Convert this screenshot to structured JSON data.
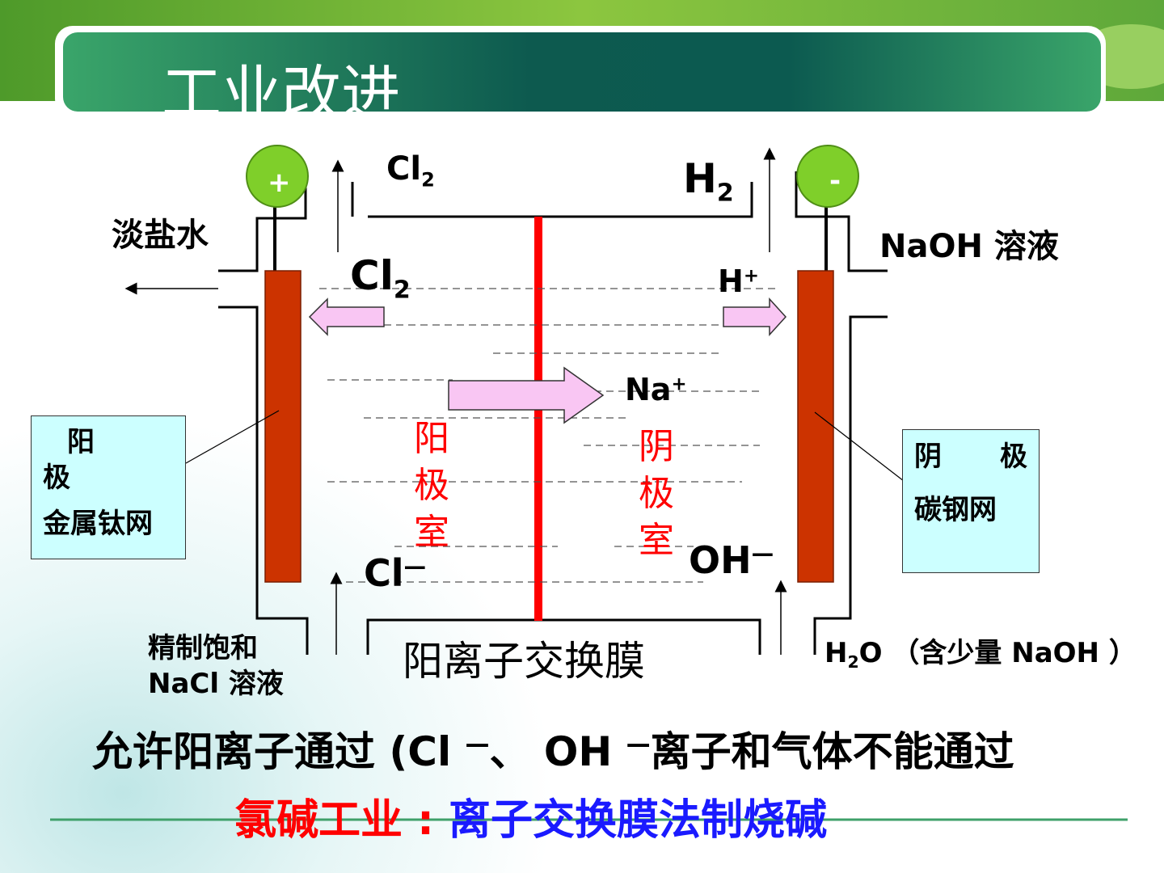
{
  "header": {
    "title": "工业改进"
  },
  "labels": {
    "cl2_top": "Cl",
    "cl2_top_sub": "2",
    "h2_top": "H",
    "h2_top_sub": "2",
    "anode_sign": "+",
    "cathode_sign": "-",
    "dilute_brine": "淡盐水",
    "naoh_solution": "NaOH 溶液",
    "cl2_mid": "Cl",
    "cl2_mid_sub": "2",
    "h_plus": "H",
    "h_plus_sup": "+",
    "na_plus": "Na",
    "na_plus_sup": "+",
    "anode_chamber": [
      "阳",
      "极",
      "室"
    ],
    "cathode_chamber": [
      "阴",
      "极",
      "室"
    ],
    "cl_minus": "Cl",
    "cl_minus_sup": "—",
    "oh_minus": "OH",
    "oh_minus_sup": "—",
    "membrane": "阳离子交换膜",
    "inlet_left_line1": "精制饱和",
    "inlet_left_line2": "NaCl 溶液",
    "inlet_right_h": "H",
    "inlet_right_sub": "2",
    "inlet_right_rest": "O （含少量 NaOH ）"
  },
  "anode_box": {
    "line1": "阳",
    "line2": "极",
    "line3": "金属钛网"
  },
  "cathode_box": {
    "line1": "阴",
    "line1b": "极",
    "line2": "碳钢网"
  },
  "footer": {
    "note_a": "允许阳离子通过 (Cl ",
    "note_sup1": "—",
    "note_b": "、 OH ",
    "note_sup2": "—",
    "note_c": "离子和气体不能通过",
    "caption_red": "氯碱工业 : ",
    "caption_blue": "离子交换膜法制烧碱"
  },
  "colors": {
    "header_green": "#3aa56a",
    "header_dark": "#0d5a4f",
    "electrode": "#cc3300",
    "membrane": "#ff0000",
    "terminal": "#7fcf2a",
    "arrow_fill": "#f9c6f3",
    "label_box": "#ccffff"
  }
}
